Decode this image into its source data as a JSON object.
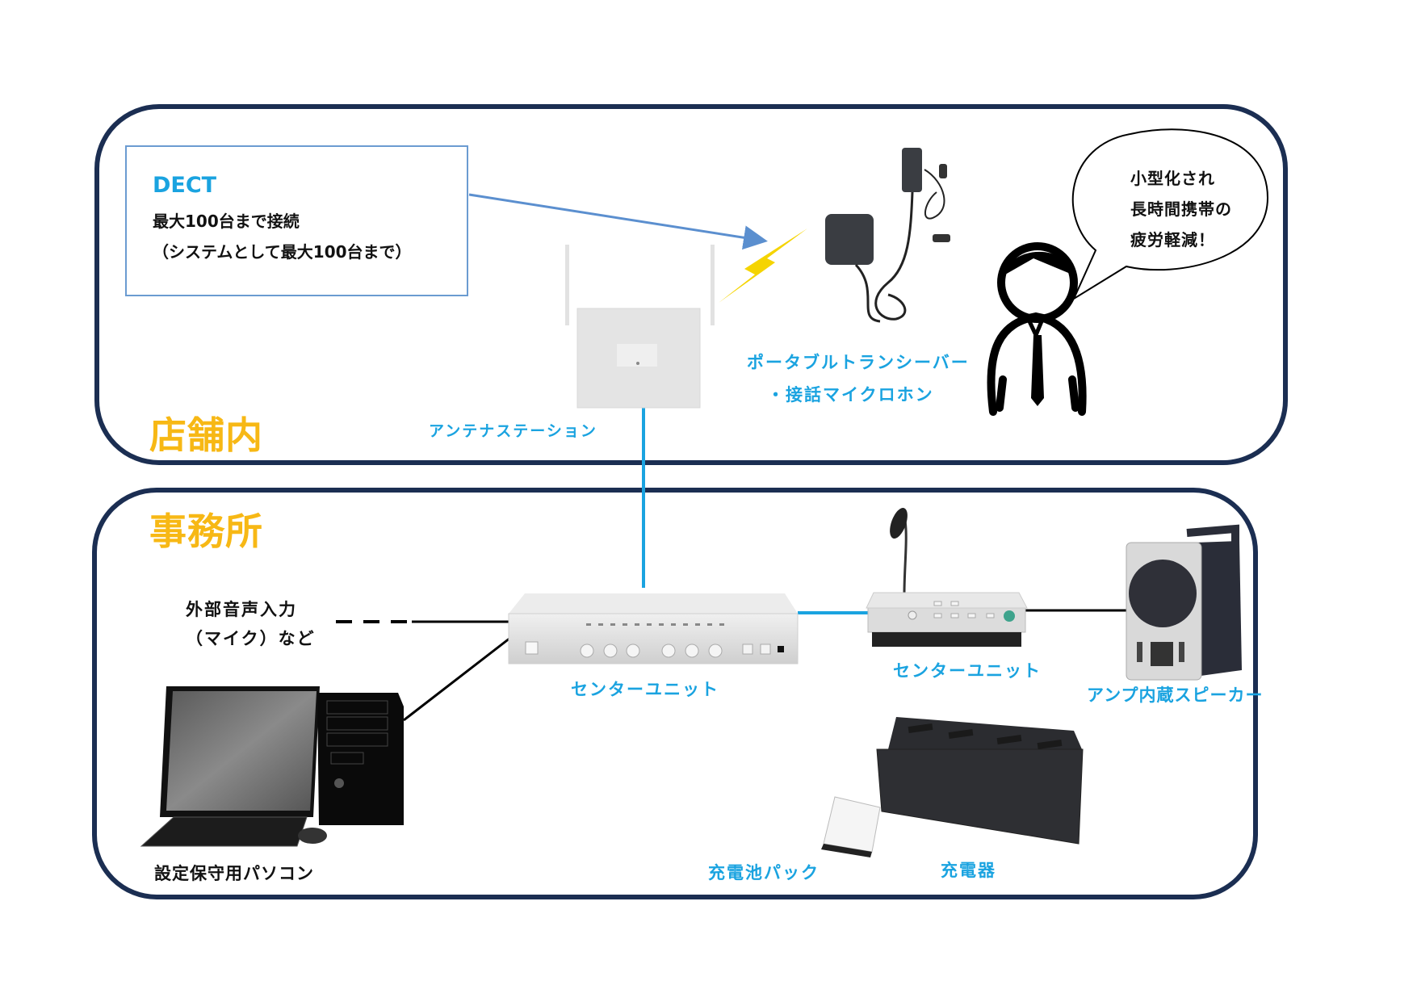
{
  "zones": {
    "store": {
      "title": "店舗内"
    },
    "office": {
      "title": "事務所"
    }
  },
  "dect_box": {
    "title": "DECT",
    "line1": "最大100台まで接続",
    "line2": "（システムとして最大100台まで）"
  },
  "speech_bubble": {
    "lines": [
      "小型化され",
      "長時間携帯の",
      "疲労軽減！"
    ]
  },
  "devices": {
    "antenna_station": {
      "label": "アンテナステーション"
    },
    "portable_transceiver": {
      "label_line1": "ポータブルトランシーバー",
      "label_line2": "・接話マイクロホン"
    },
    "center_unit_main": {
      "label": "センターユニット"
    },
    "center_unit_console": {
      "label": "センターユニット"
    },
    "amp_speaker": {
      "label": "アンプ内蔵スピーカー"
    },
    "pc": {
      "label": "設定保守用パソコン"
    },
    "battery_pack": {
      "label": "充電池パック"
    },
    "charger": {
      "label": "充電器"
    },
    "external_input": {
      "label_line1": "外部音声入力",
      "label_line2": "（マイク）など"
    }
  },
  "colors": {
    "zone_border": "#1b2e52",
    "zone_title": "#f7b815",
    "device_label": "#1aa3e0",
    "network_line": "#1aa3e0",
    "dect_arrow": "#5b8fcf",
    "lightning": "#f5d400"
  }
}
